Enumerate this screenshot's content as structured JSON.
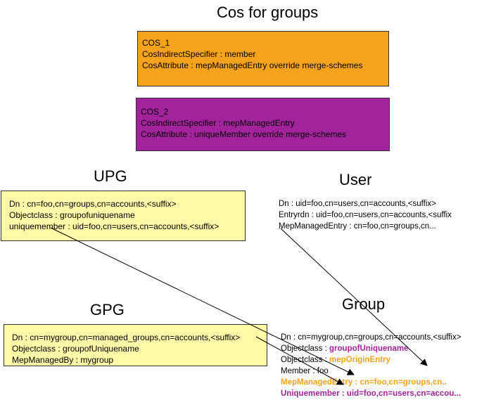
{
  "title": "Cos for groups",
  "colors": {
    "cos1_fill": "#f5a21d",
    "cos2_fill": "#a3239c",
    "entry_fill": "#fff9a8",
    "orange_text": "#f5a21d",
    "purple_text": "#a3239c"
  },
  "cos1": {
    "name": "COS_1",
    "specifier": "CosIndirectSpecifier : member",
    "attribute": "CosAttribute : mepManagedEntry override merge-schemes"
  },
  "cos2": {
    "name": "COS_2",
    "specifier": "CosIndirectSpecifier : mepManagedEntry",
    "attribute": "CosAttribute : uniqueMember override merge-schemes"
  },
  "upg": {
    "label": "UPG",
    "dn": "Dn : cn=foo,cn=groups,cn=accounts,<suffix>",
    "objectclass": "Objectclass : groupofuniquename",
    "uniquemember": "uniquemember : uid=foo,cn=users,cn=accounts,<suffix>"
  },
  "user": {
    "label": "User",
    "dn": "Dn : uid=foo,cn=users,cn=accounts,<suffix>",
    "entryrdn": "Entryrdn : uid=foo,cn=users,cn=accounts,<suffix",
    "mepmanagedentry": "MepManagedEntry : cn=foo,cn=groups,cn..."
  },
  "gpg": {
    "label": "GPG",
    "dn": "Dn : cn=mygroup,cn=managed_groups,cn=accounts,<suffix>",
    "objectclass": "Objectclass : groupofUniquename",
    "mepmanagedby": "MepManagedBy : mygroup"
  },
  "group": {
    "label": "Group",
    "dn": "Dn : cn=mygroup,cn=groups,cn=accounts,<suffix>",
    "objectclass1_prefix": "Objectclass : ",
    "objectclass1_value": "groupofUniquename",
    "objectclass2_prefix": "Objectclass : ",
    "objectclass2_value": "mepOriginEntry",
    "member": "Member : foo",
    "mepmanagedentry": "MepManagedEntry : cn=foo,cn=groups,cn..",
    "uniquemember": "Uniquemember : uid=foo,cn=users,cn=accou..."
  }
}
